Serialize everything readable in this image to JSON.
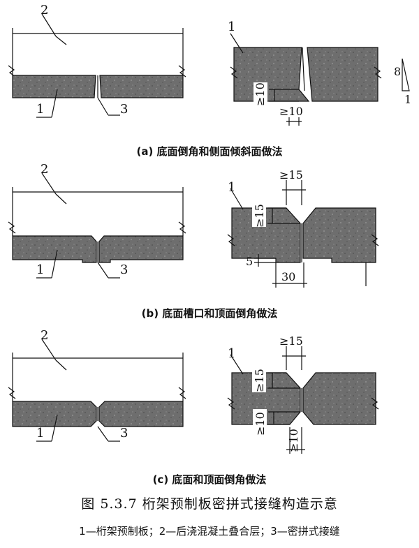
{
  "panels": [
    {
      "id": "a",
      "caption": "(a)  底面倒角和侧面倾斜面做法",
      "left_labels": {
        "topping": "2",
        "slab": "1",
        "joint": "3"
      },
      "detail_labels": {
        "slab": "1",
        "depth": "≥10",
        "width": "≥10"
      },
      "slope": {
        "rise": "8",
        "run": "1"
      }
    },
    {
      "id": "b",
      "caption": "(b)  底面槽口和顶面倒角做法",
      "left_labels": {
        "topping": "2",
        "slab": "1",
        "joint": "3"
      },
      "detail_labels": {
        "slab": "1",
        "top_width": "≥15",
        "top_depth": "≥15",
        "groove_depth": "5",
        "groove_width": "30"
      }
    },
    {
      "id": "c",
      "caption": "(c)  底面和顶面倒角做法",
      "left_labels": {
        "topping": "2",
        "slab": "1",
        "joint": "3"
      },
      "detail_labels": {
        "slab": "1",
        "top_width": "≥15",
        "top_depth": "≥15",
        "bottom_depth": "≥10",
        "bottom_width": "≥10"
      }
    }
  ],
  "figure_title": "图 5.3.7   桁架预制板密拼式接缝构造示意",
  "legend": "1—桁架预制板；2—后浇混凝土叠合层；3—密拼式接缝",
  "colors": {
    "concrete": "#6f6f6f",
    "line": "#111111",
    "background": "#ffffff"
  }
}
